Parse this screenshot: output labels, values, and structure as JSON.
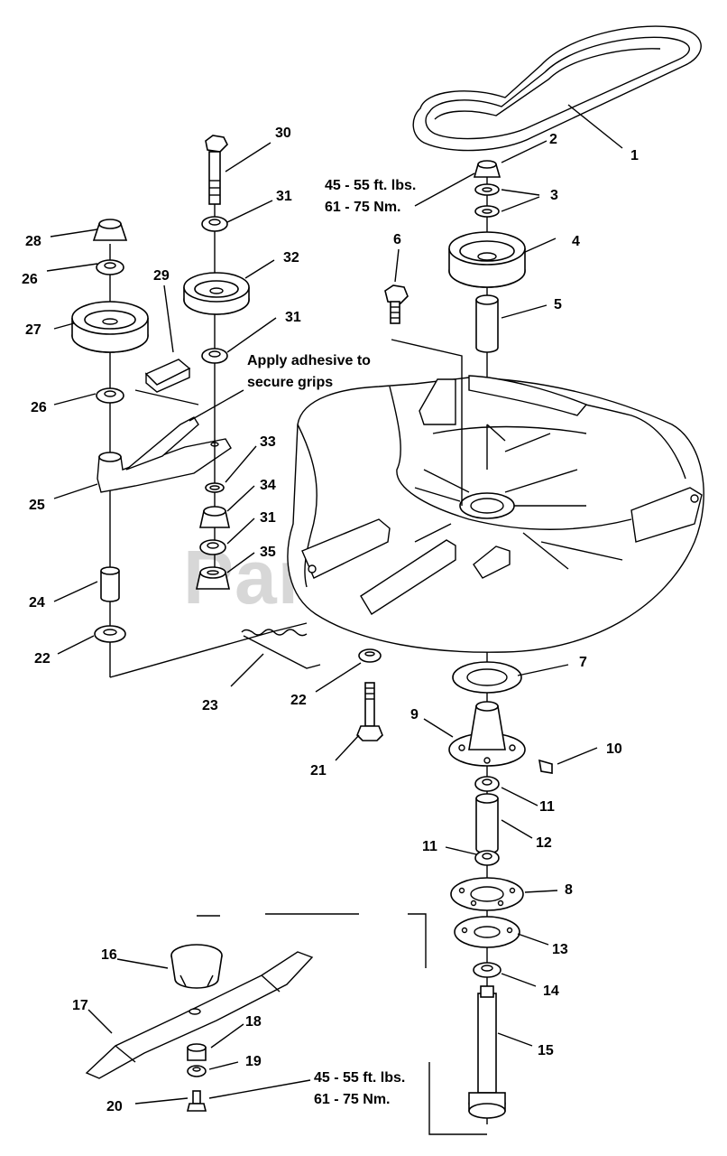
{
  "callouts": [
    {
      "id": "c1",
      "text": "1"
    },
    {
      "id": "c2",
      "text": "2"
    },
    {
      "id": "c3",
      "text": "3"
    },
    {
      "id": "c4",
      "text": "4"
    },
    {
      "id": "c5",
      "text": "5"
    },
    {
      "id": "c6",
      "text": "6"
    },
    {
      "id": "c7",
      "text": "7"
    },
    {
      "id": "c8",
      "text": "8"
    },
    {
      "id": "c9",
      "text": "9"
    },
    {
      "id": "c10",
      "text": "10"
    },
    {
      "id": "c11a",
      "text": "11"
    },
    {
      "id": "c11b",
      "text": "11"
    },
    {
      "id": "c12",
      "text": "12"
    },
    {
      "id": "c13",
      "text": "13"
    },
    {
      "id": "c14",
      "text": "14"
    },
    {
      "id": "c15",
      "text": "15"
    },
    {
      "id": "c16",
      "text": "16"
    },
    {
      "id": "c17",
      "text": "17"
    },
    {
      "id": "c18",
      "text": "18"
    },
    {
      "id": "c19",
      "text": "19"
    },
    {
      "id": "c20",
      "text": "20"
    },
    {
      "id": "c21",
      "text": "21"
    },
    {
      "id": "c22a",
      "text": "22"
    },
    {
      "id": "c22b",
      "text": "22"
    },
    {
      "id": "c23",
      "text": "23"
    },
    {
      "id": "c24",
      "text": "24"
    },
    {
      "id": "c25",
      "text": "25"
    },
    {
      "id": "c26a",
      "text": "26"
    },
    {
      "id": "c26b",
      "text": "26"
    },
    {
      "id": "c27",
      "text": "27"
    },
    {
      "id": "c28",
      "text": "28"
    },
    {
      "id": "c29",
      "text": "29"
    },
    {
      "id": "c30",
      "text": "30"
    },
    {
      "id": "c31a",
      "text": "31"
    },
    {
      "id": "c31b",
      "text": "31"
    },
    {
      "id": "c31c",
      "text": "31"
    },
    {
      "id": "c32",
      "text": "32"
    },
    {
      "id": "c33",
      "text": "33"
    },
    {
      "id": "c34",
      "text": "34"
    },
    {
      "id": "c35",
      "text": "35"
    }
  ],
  "notes": {
    "torque_top_line1": "45 - 55 ft. lbs.",
    "torque_top_line2": "61 - 75 Nm.",
    "adhesive_line1": "Apply adhesive to",
    "adhesive_line2": "secure grips",
    "torque_bottom_line1": "45 - 55 ft. lbs.",
    "torque_bottom_line2": "61 - 75 Nm."
  },
  "watermark": "PartsTree"
}
